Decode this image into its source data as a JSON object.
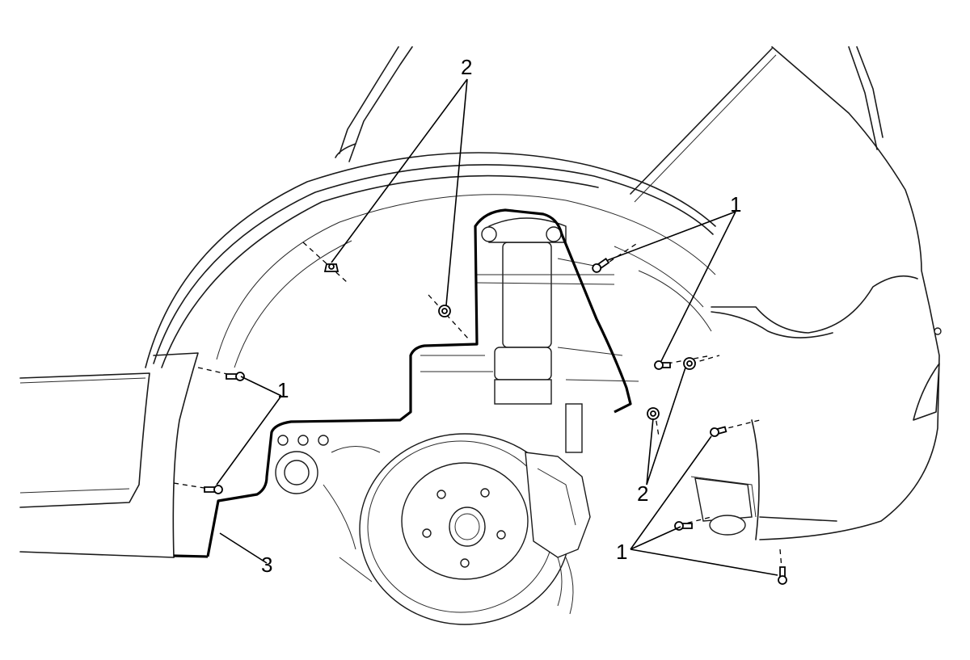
{
  "diagram": {
    "callouts": [
      {
        "id": "c2-top",
        "text": "2"
      },
      {
        "id": "c1-upper-right",
        "text": "1"
      },
      {
        "id": "c1-left",
        "text": "1"
      },
      {
        "id": "c2-lower-right",
        "text": "2"
      },
      {
        "id": "c3",
        "text": "3"
      },
      {
        "id": "c1-lower-right",
        "text": "1"
      }
    ]
  }
}
